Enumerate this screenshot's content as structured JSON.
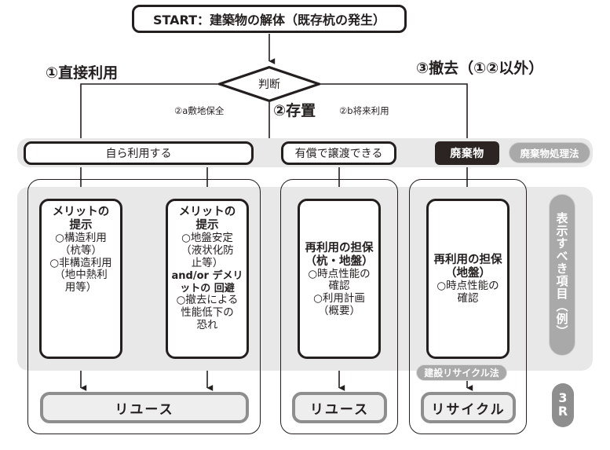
{
  "diagram": {
    "title_text": "START：建築物の解体（既存杭の発生）",
    "decision": "判断",
    "branches": {
      "b1": "①直接利用",
      "b2": "②存置",
      "b3": "③撤去（①②以外）",
      "b2a": "②a敷地保全",
      "b2b": "②b将来利用"
    },
    "row2": {
      "self_use": "自ら利用する",
      "transfer": "有償で譲渡できる",
      "waste": "廃棄物",
      "waste_law": "廃棄物処理法"
    },
    "columns": [
      {
        "id": "merit-structural",
        "title": "メリットの\n提示",
        "lines": [
          "○構造利用\n（杭等）",
          "○非構造利用\n（地中熱利\n用等）"
        ],
        "result": "リユース"
      },
      {
        "id": "merit-ground",
        "title": "メリットの\n提示",
        "lines": [
          "○地盤安定\n（液状化防\n止等）"
        ],
        "mid": "and/or\nデメリットの\n回避",
        "lines2": [
          "○撤去による\n性能低下の\n恐れ"
        ],
        "result": "リユース"
      },
      {
        "id": "reuse-guarantee-pile-ground",
        "title": "再利用の担保\n（杭・地盤）",
        "lines": [
          "○時点性能の\n確認",
          "○利用計画\n（概要）"
        ],
        "result": "リユース"
      },
      {
        "id": "reuse-guarantee-ground",
        "title": "再利用の担保\n（地盤）",
        "lines": [
          "○時点性能の\n確認"
        ],
        "tag": "建設リサイクル法",
        "result": "リサイクル"
      }
    ],
    "side_label": "表示すべき項目（例）",
    "badge": {
      "line1": "3",
      "line2": "R"
    },
    "colors": {
      "ink": "#231f1e",
      "panel": "#e8e8e8",
      "pill": "#a9a9a9",
      "result_fill": "#eeeeee",
      "result_border": "#8e8e8e",
      "dark_fill": "#2b2422"
    }
  }
}
